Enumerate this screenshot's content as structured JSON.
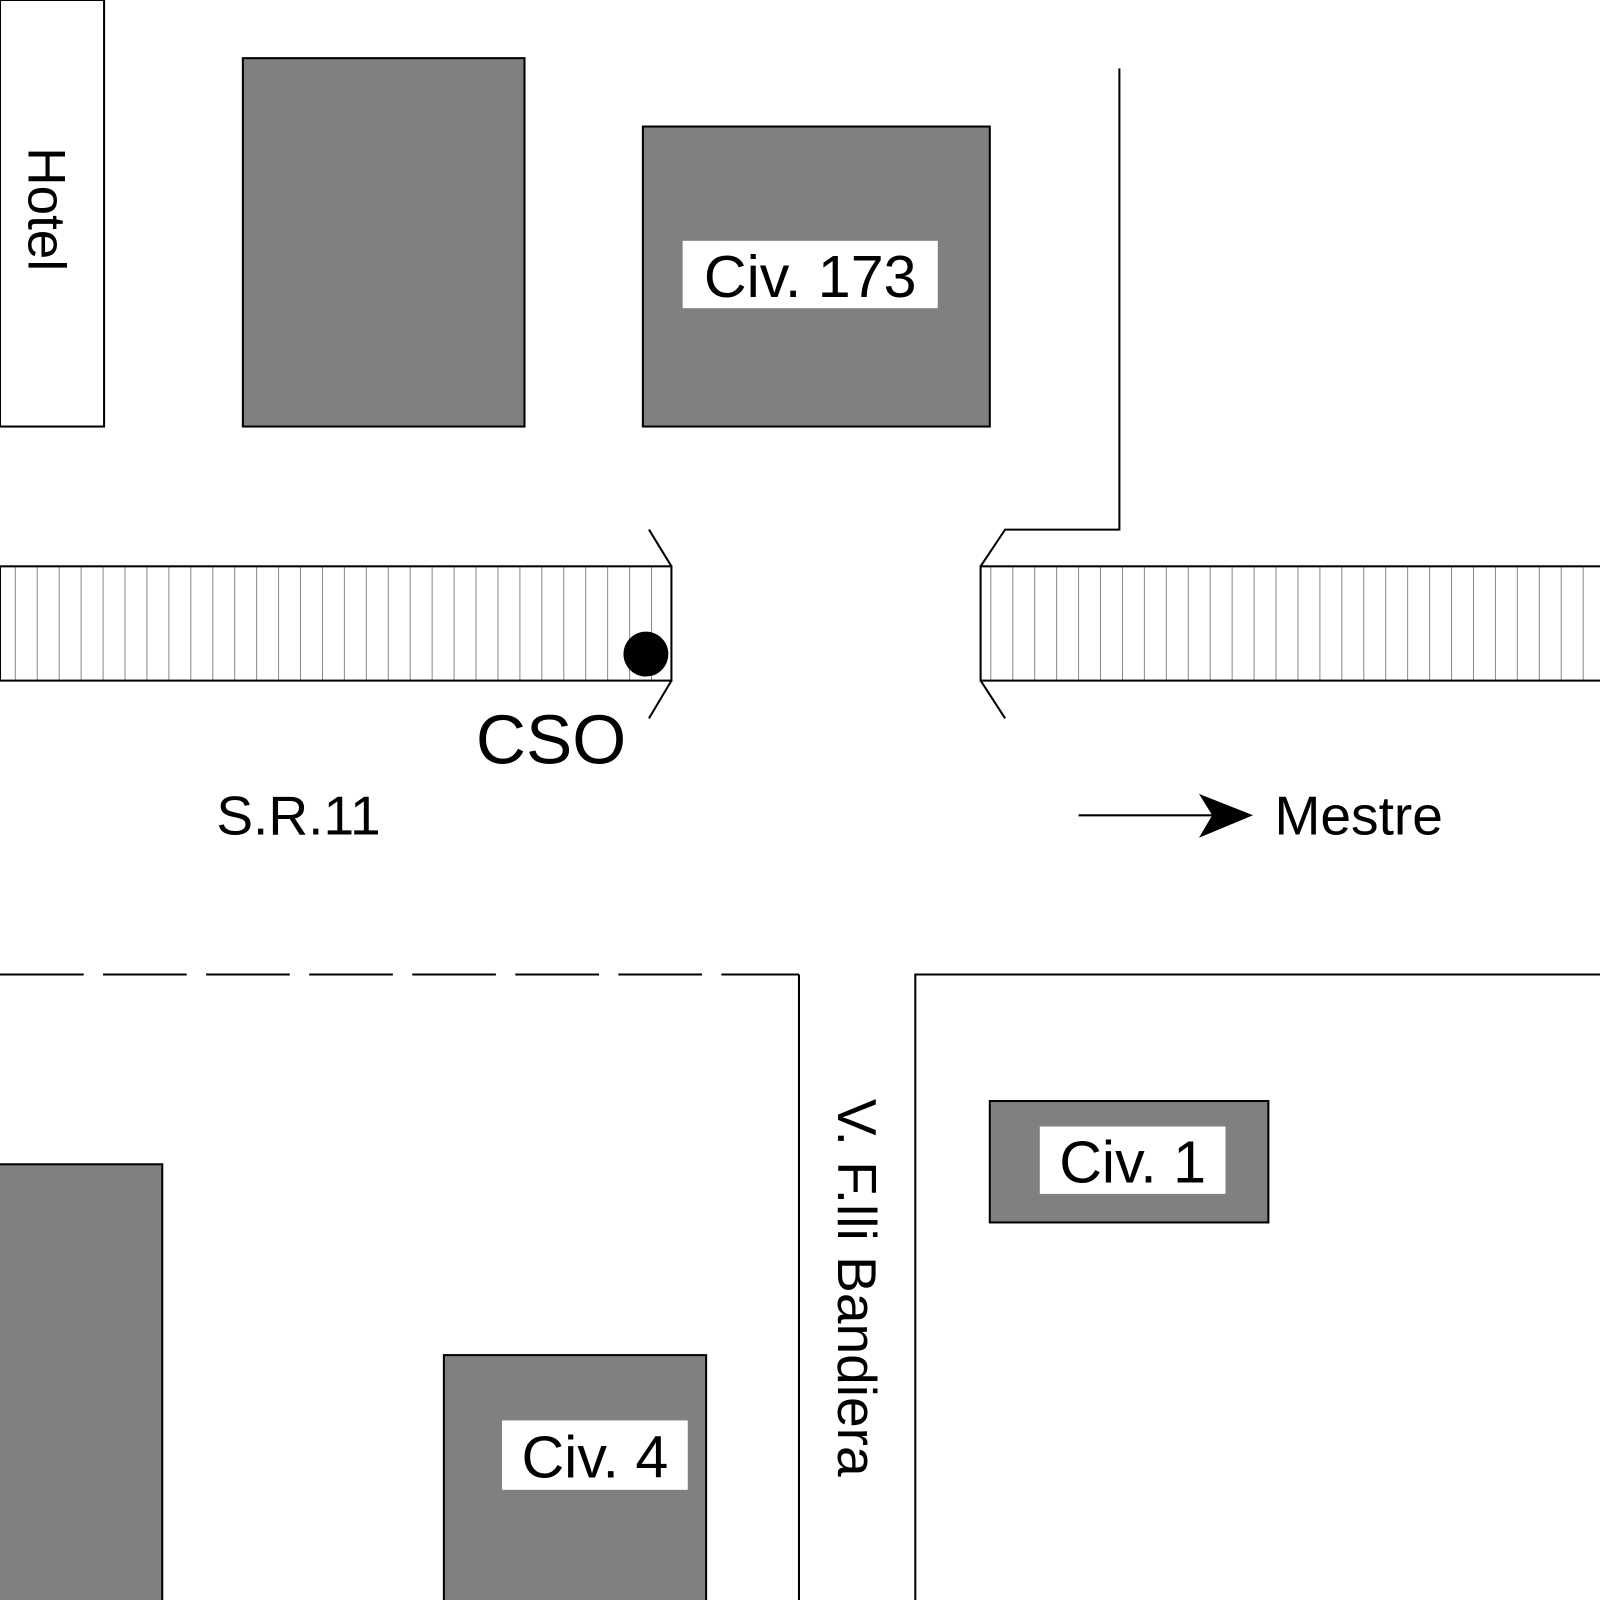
{
  "labels": {
    "hotel": "Hotel",
    "civ_173": "Civ. 173",
    "cso": "CSO",
    "road_sr11": "S.R.11",
    "direction": "Mestre",
    "street_vertical": "V. F.lli Bandiera",
    "civ_1": "Civ. 1",
    "civ_4": "Civ. 4"
  },
  "colors": {
    "building": "#808080",
    "hatch": "#888888",
    "line": "#000000"
  }
}
